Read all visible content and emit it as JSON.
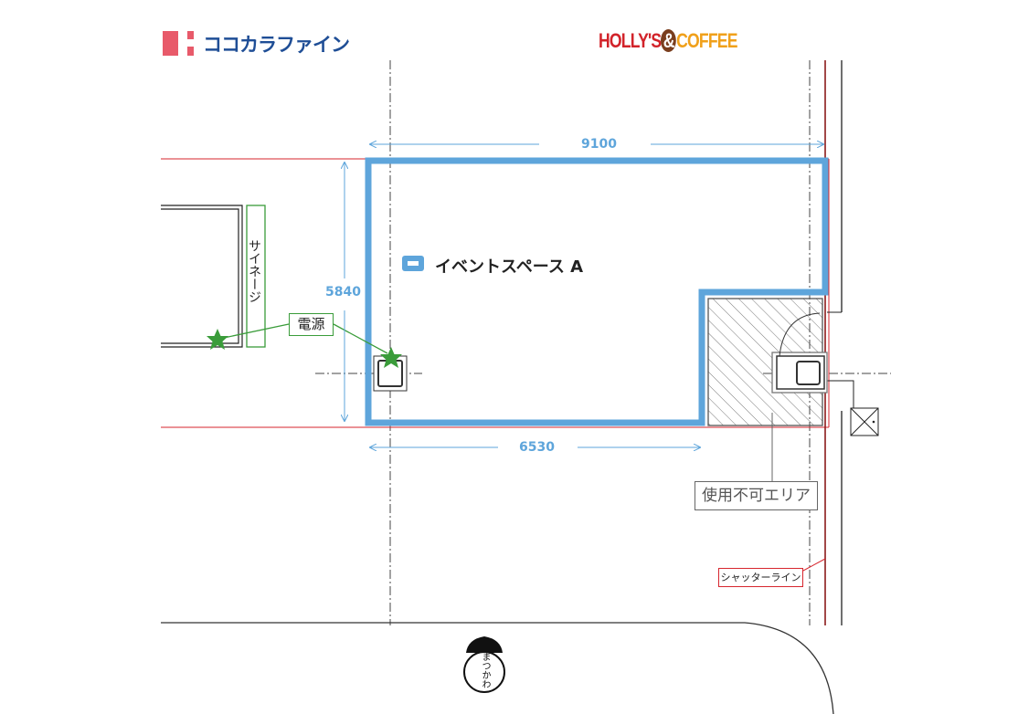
{
  "logos": {
    "left": "ココカラファイン",
    "right_a": "HOLLY'S",
    "right_amp": "&",
    "right_b": "COFFEE",
    "bottom": "まつかわ"
  },
  "dimensions": {
    "width_top": "9100",
    "height_left": "5840",
    "width_bottom": "6530"
  },
  "legend": {
    "label": "イベントスペース A",
    "color": "#5ea5db"
  },
  "labels": {
    "signage": "サイネージ",
    "power": "電源",
    "unusable": "使用不可エリア",
    "shutter": "シャッターライン"
  },
  "colors": {
    "event_space": "#5ea5db",
    "power": "#3a9c3a",
    "shutter": "#d7262e",
    "logo_red": "#e85a6a",
    "logo_blue": "#1f4e96",
    "holly_red": "#d2232a",
    "holly_orange": "#f0a01a"
  }
}
